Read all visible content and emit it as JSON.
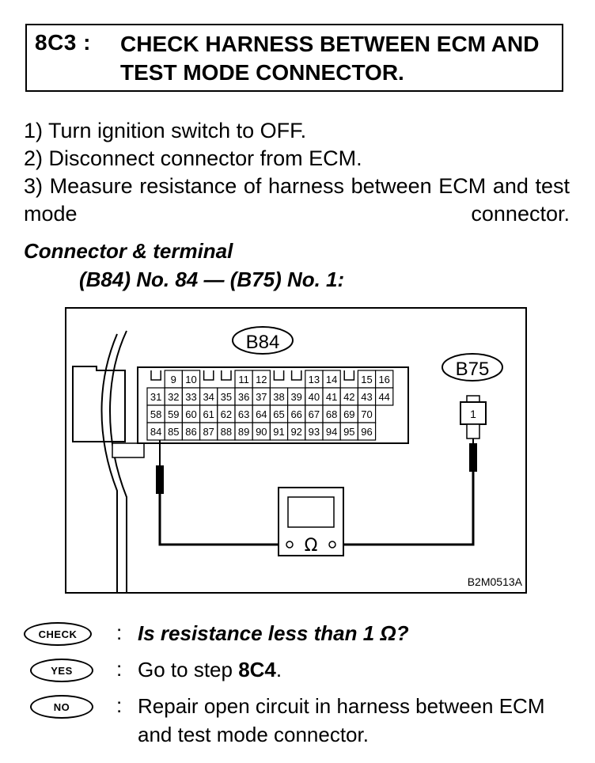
{
  "header": {
    "step_id": "8C3 :",
    "title": "CHECK HARNESS BETWEEN ECM AND TEST MODE CONNECTOR."
  },
  "steps": [
    "1)  Turn ignition switch to OFF.",
    "2)  Disconnect connector from ECM.",
    "3)  Measure resistance of harness between ECM and test mode connector."
  ],
  "connector": {
    "heading": "Connector & terminal",
    "detail": "(B84) No. 84 — (B75) No. 1:"
  },
  "diagram": {
    "ecm_connector_label": "B84",
    "test_connector_label": "B75",
    "test_pin": "1",
    "meter_symbol": "Ω",
    "figure_code": "B2M0513A",
    "ecm_rows": [
      [
        "",
        "9",
        "10",
        "",
        "",
        "11",
        "12",
        "",
        "",
        "13",
        "14",
        "",
        "15",
        "16"
      ],
      [
        "31",
        "32",
        "33",
        "34",
        "35",
        "36",
        "37",
        "38",
        "39",
        "40",
        "41",
        "42",
        "43",
        "44"
      ],
      [
        "58",
        "59",
        "60",
        "61",
        "62",
        "63",
        "64",
        "65",
        "66",
        "67",
        "68",
        "69",
        "70",
        ""
      ],
      [
        "84",
        "85",
        "86",
        "87",
        "88",
        "89",
        "90",
        "91",
        "92",
        "93",
        "94",
        "95",
        "96",
        ""
      ]
    ]
  },
  "answers": {
    "check_label": "CHECK",
    "check_text": "Is resistance less than 1 Ω?",
    "yes_label": "YES",
    "yes_prefix": "Go to step ",
    "yes_step": "8C4",
    "yes_suffix": ".",
    "no_label": "NO",
    "no_text": "Repair open circuit in harness between ECM and test mode connector."
  }
}
